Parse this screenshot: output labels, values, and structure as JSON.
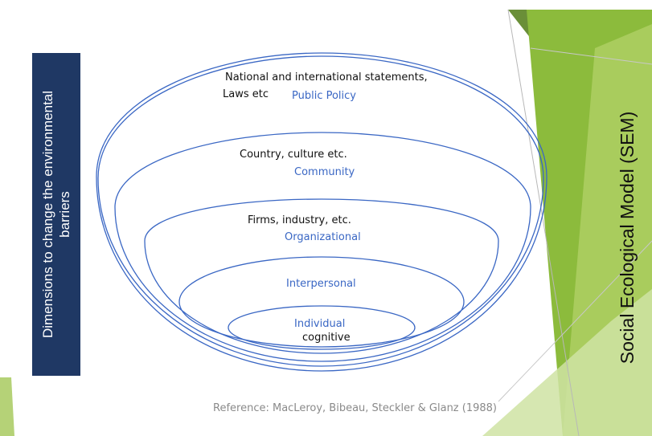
{
  "side_panel": {
    "text": "Dimensions to change the environmental\nbarriers",
    "color": "#1f3864"
  },
  "title": "Social Ecological Model (SEM)",
  "reference": "Reference: MacLeroy, Bibeau, Steckler & Glanz (1988)",
  "levels": [
    {
      "examples": "National and international statements,",
      "examples_2": "Laws etc",
      "label": "Public Policy"
    },
    {
      "examples": "Country, culture etc.",
      "label": "Community"
    },
    {
      "examples": "Firms, industry, etc.",
      "label": "Organizational"
    },
    {
      "label": "Interpersonal"
    },
    {
      "label": "Individual",
      "sublabel": "cognitive"
    }
  ],
  "colors": {
    "ellipse_stroke": "#3a67c4",
    "label_text": "#3a67c4",
    "deco_dark_green": "#6a8f38",
    "deco_green": "#8cbb3c",
    "deco_light_green": "#cfe3a3"
  }
}
